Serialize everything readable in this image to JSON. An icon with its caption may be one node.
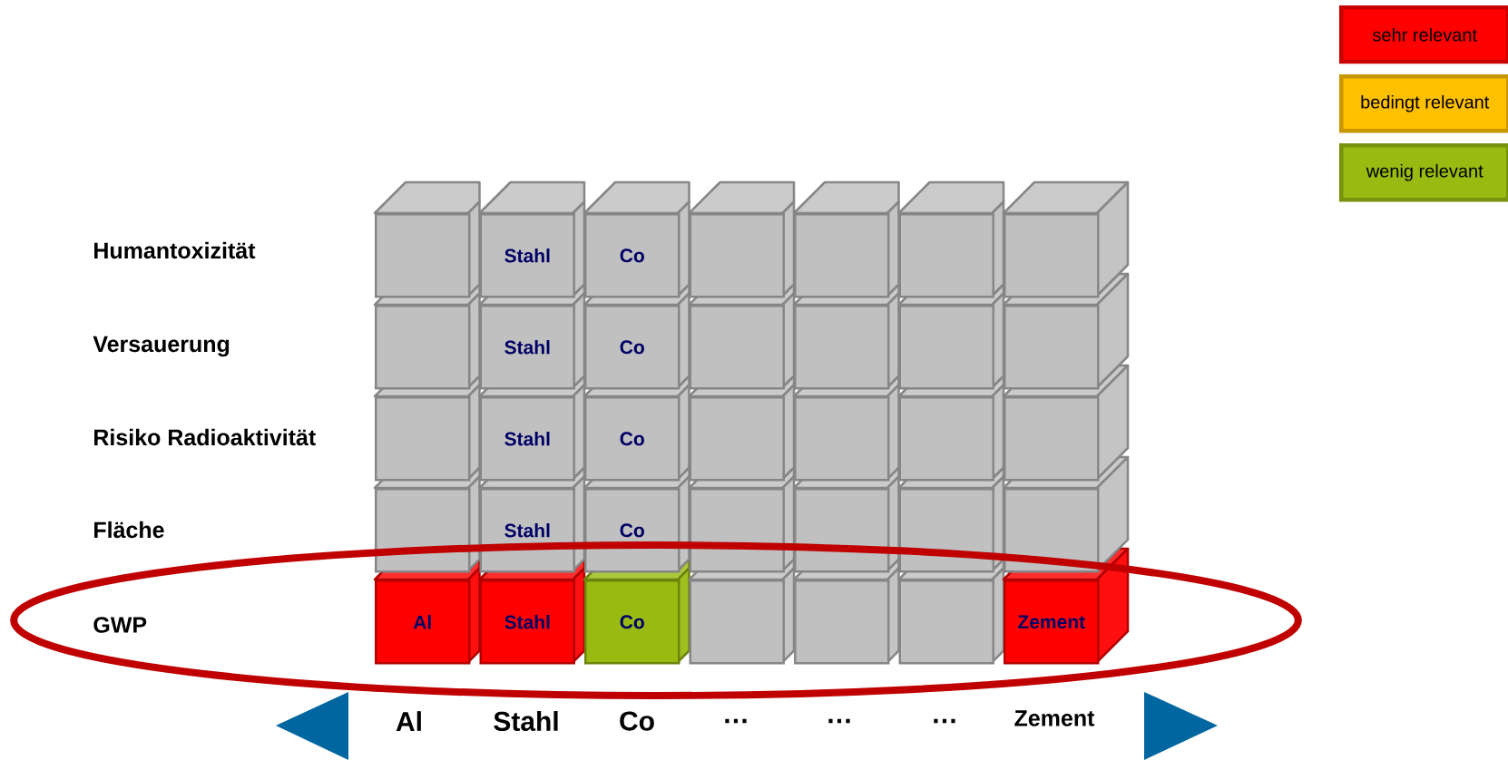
{
  "diagram": {
    "nodes": [
      {
        "text": [],
        "shape": "box"
      },
      {
        "text": [
          "Stahl"
        ]
      },
      {
        "text": [
          "Co"
        ]
      },
      {
        "text": [],
        "shape": "box"
      },
      {
        "text": [],
        "shape": "box"
      },
      {
        "text": [],
        "shape": "box"
      },
      {
        "text": [],
        "shape": "box"
      },
      {
        "text": [],
        "shape": "box"
      },
      {
        "text": [
          "Stahl"
        ]
      },
      {
        "text": [
          "Co"
        ]
      },
      {
        "text": [],
        "shape": "box"
      },
      {
        "text": [],
        "shape": "box"
      },
      {
        "text": [],
        "shape": "box"
      },
      {
        "text": [],
        "shape": "box"
      },
      {
        "text": [],
        "shape": "box"
      },
      {
        "text": [
          "Stahl"
        ]
      },
      {
        "text": [
          "Co"
        ]
      },
      {
        "text": [],
        "shape": "box"
      },
      {
        "text": [],
        "shape": "box"
      },
      {
        "text": [],
        "shape": "box"
      },
      {
        "text": [],
        "shape": "box"
      },
      {
        "text": [],
        "shape": "box"
      },
      {
        "text": [
          "Stahl"
        ]
      },
      {
        "text": [
          "Co"
        ]
      },
      {
        "text": [],
        "shape": "box"
      },
      {
        "text": [],
        "shape": "box"
      },
      {
        "text": [],
        "shape": "box"
      },
      {
        "text": [],
        "shape": "box"
      },
      {
        "text": [
          "Al"
        ]
      },
      {
        "text": [
          "Stahl"
        ]
      },
      {
        "text": [
          "Co"
        ]
      },
      {
        "text": [],
        "shape": "box"
      },
      {
        "text": [],
        "shape": "box"
      },
      {
        "text": [],
        "shape": "box"
      },
      {
        "text": [
          "Zement"
        ]
      }
    ],
    "labels": [
      "Humantoxizität",
      "Versauerung",
      "Risiko Radioaktivität",
      "Fläche",
      "GWP",
      "Al",
      "Stahl",
      "Co",
      "…",
      "…",
      "…",
      "Zement"
    ],
    "legend": [
      {
        "text": "sehr relevant",
        "color": "#ff0000"
      },
      {
        "text": "bedingt relevant",
        "color": "#ffc000"
      },
      {
        "text": "wenig relevant",
        "color": "#99bb11"
      }
    ]
  }
}
